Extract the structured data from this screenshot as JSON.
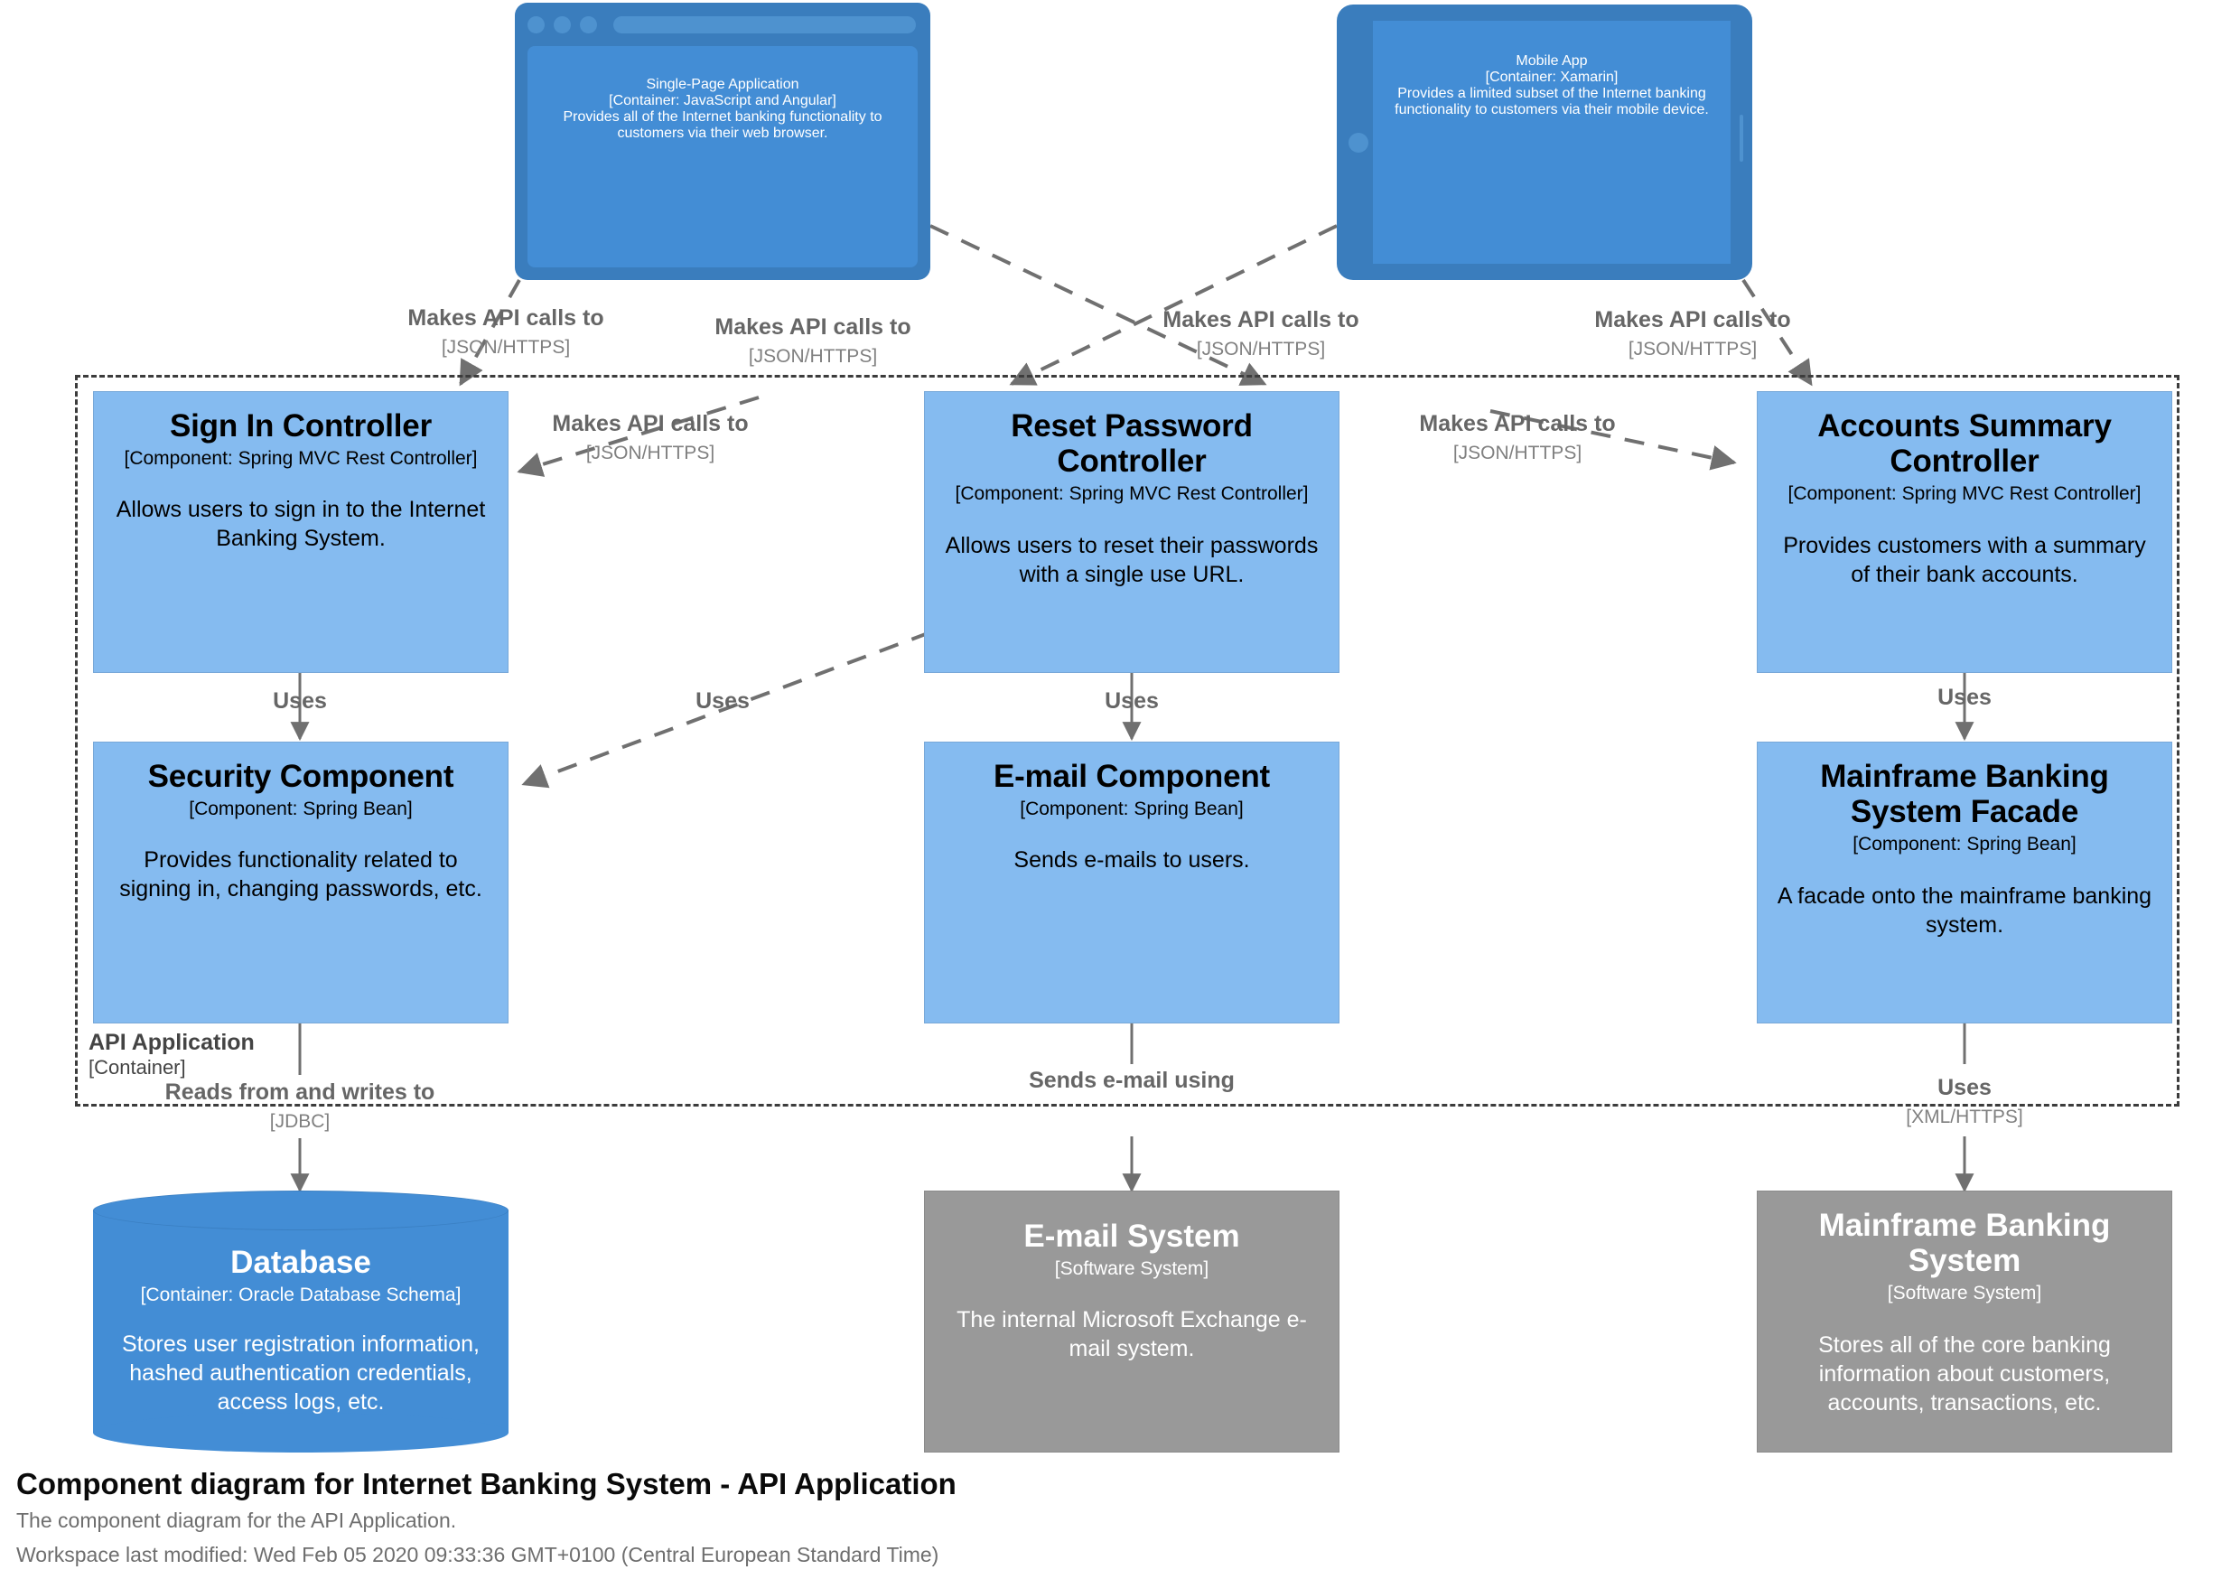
{
  "diagram": {
    "title": "Component diagram for Internet Banking System - API Application",
    "subtitle": "The component diagram for the API Application.",
    "modified": "Workspace last modified: Wed Feb 05 2020 09:33:36 GMT+0100 (Central European Standard Time)",
    "colors": {
      "component": "#85bbf0",
      "container": "#438dd5",
      "container_chrome": "#3a7dbd",
      "external_system": "#999999",
      "boundary_stroke": "#3c3c3c",
      "edge_stroke": "#707070",
      "label_text": "#666666"
    }
  },
  "boundary": {
    "name": "API Application",
    "meta": "[Container]"
  },
  "nodes": {
    "spa": {
      "name": "Single-Page Application",
      "meta": "[Container: JavaScript and Angular]",
      "description": "Provides all of the Internet banking functionality to customers via their web browser.",
      "shape": "web-browser"
    },
    "mobile": {
      "name": "Mobile App",
      "meta": "[Container: Xamarin]",
      "description": "Provides a limited subset of the Internet banking functionality to customers via their mobile device.",
      "shape": "mobile-device"
    },
    "signin": {
      "name": "Sign In Controller",
      "meta": "[Component: Spring MVC Rest Controller]",
      "description": "Allows users to sign in to the Internet Banking System.",
      "shape": "box"
    },
    "reset": {
      "name": "Reset Password Controller",
      "meta": "[Component: Spring MVC Rest Controller]",
      "description": "Allows users to reset their passwords with a single use URL.",
      "shape": "box"
    },
    "accounts": {
      "name": "Accounts Summary Controller",
      "meta": "[Component: Spring MVC Rest Controller]",
      "description": "Provides customers with a summary of their bank accounts.",
      "shape": "box"
    },
    "security": {
      "name": "Security Component",
      "meta": "[Component: Spring Bean]",
      "description": "Provides functionality related to signing in, changing passwords, etc.",
      "shape": "box"
    },
    "email_component": {
      "name": "E-mail Component",
      "meta": "[Component: Spring Bean]",
      "description": "Sends e-mails to users.",
      "shape": "box"
    },
    "facade": {
      "name": "Mainframe Banking System Facade",
      "meta": "[Component: Spring Bean]",
      "description": "A facade onto the mainframe banking system.",
      "shape": "box"
    },
    "database": {
      "name": "Database",
      "meta": "[Container: Oracle Database Schema]",
      "description": "Stores user registration information, hashed authentication credentials, access logs, etc.",
      "shape": "cylinder"
    },
    "email_system": {
      "name": "E-mail System",
      "meta": "[Software System]",
      "description": "The internal Microsoft Exchange e-mail system.",
      "shape": "box"
    },
    "mainframe": {
      "name": "Mainframe Banking System",
      "meta": "[Software System]",
      "description": "Stores all of the core banking information about customers, accounts, transactions, etc.",
      "shape": "box"
    }
  },
  "relationships": [
    {
      "id": "spa-signin",
      "source": "spa",
      "target": "signin",
      "description": "Makes API calls to",
      "technology": "[JSON/HTTPS]"
    },
    {
      "id": "spa-reset",
      "source": "spa",
      "target": "reset",
      "description": "Makes API calls to",
      "technology": "[JSON/HTTPS]"
    },
    {
      "id": "mobile-signin",
      "source": "mobile",
      "target": "signin",
      "description": "Makes API calls to",
      "technology": "[JSON/HTTPS]"
    },
    {
      "id": "mobile-reset",
      "source": "mobile",
      "target": "reset",
      "description": "Makes API calls to",
      "technology": "[JSON/HTTPS]"
    },
    {
      "id": "spa-accounts",
      "source": "spa",
      "target": "accounts",
      "description": "Makes API calls to",
      "technology": "[JSON/HTTPS]"
    },
    {
      "id": "mobile-accounts",
      "source": "mobile",
      "target": "accounts",
      "description": "Makes API calls to",
      "technology": "[JSON/HTTPS]"
    },
    {
      "id": "signin-security",
      "source": "signin",
      "target": "security",
      "description": "Uses",
      "technology": ""
    },
    {
      "id": "reset-security",
      "source": "reset",
      "target": "security",
      "description": "Uses",
      "technology": ""
    },
    {
      "id": "reset-email",
      "source": "reset",
      "target": "email_component",
      "description": "Uses",
      "technology": ""
    },
    {
      "id": "accounts-facade",
      "source": "accounts",
      "target": "facade",
      "description": "Uses",
      "technology": ""
    },
    {
      "id": "security-database",
      "source": "security",
      "target": "database",
      "description": "Reads from and writes to",
      "technology": "[JDBC]"
    },
    {
      "id": "email-system",
      "source": "email_component",
      "target": "email_system",
      "description": "Sends e-mail using",
      "technology": ""
    },
    {
      "id": "facade-mainframe",
      "source": "facade",
      "target": "mainframe",
      "description": "Uses",
      "technology": "[XML/HTTPS]"
    }
  ],
  "edge_labels": {
    "spa_signin": {
      "desc": "Makes API calls to",
      "tech": "[JSON/HTTPS]"
    },
    "spa_reset": {
      "desc": "Makes API calls to",
      "tech": "[JSON/HTTPS]"
    },
    "mobile_signin": {
      "desc": "Makes API calls to",
      "tech": "[JSON/HTTPS]"
    },
    "mobile_reset": {
      "desc": "Makes API calls to",
      "tech": "[JSON/HTTPS]"
    },
    "spa_accounts": {
      "desc": "Makes API calls to",
      "tech": "[JSON/HTTPS]"
    },
    "mobile_accounts": {
      "desc": "Makes API calls to",
      "tech": "[JSON/HTTPS]"
    },
    "uses_security": {
      "desc": "Uses",
      "tech": ""
    },
    "uses_security2": {
      "desc": "Uses",
      "tech": ""
    },
    "uses_email": {
      "desc": "Uses",
      "tech": ""
    },
    "uses_facade": {
      "desc": "Uses",
      "tech": ""
    },
    "db": {
      "desc": "Reads from and writes to",
      "tech": "[JDBC]"
    },
    "mail": {
      "desc": "Sends e-mail using",
      "tech": ""
    },
    "mainframe": {
      "desc": "Uses",
      "tech": "[XML/HTTPS]"
    }
  }
}
